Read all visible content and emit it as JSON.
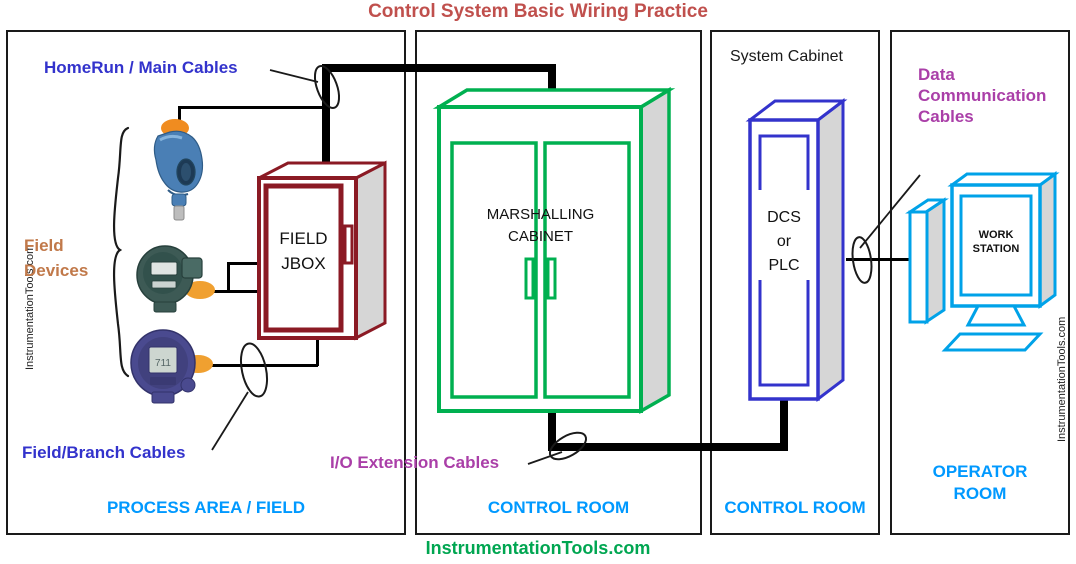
{
  "title": "Control System Basic Wiring Practice",
  "footer_link": "InstrumentationTools.com",
  "watermark": "InstrumentationTools.com",
  "colors": {
    "title": "#c0504d",
    "panel_label": "#0099ff",
    "cable_label_blue": "#3333cc",
    "cable_label_purple": "#aa3fa8",
    "field_devices_label": "#c1794a",
    "footer": "#00a651",
    "jbox": "#8b1a24",
    "marshalling_cabinet": "#00b050",
    "dcs_cabinet": "#3333cc",
    "workstation": "#00a2e8",
    "cable": "#000000"
  },
  "panels": [
    {
      "id": "process-area",
      "label": "PROCESS AREA / FIELD"
    },
    {
      "id": "control-room-marshalling",
      "label": "CONTROL ROOM"
    },
    {
      "id": "control-room-system",
      "label": "CONTROL ROOM"
    },
    {
      "id": "operator-room",
      "label": "OPERATOR\nROOM"
    }
  ],
  "panel_labels": {
    "process_area": "PROCESS AREA / FIELD",
    "control_room_1": "CONTROL ROOM",
    "control_room_2": "CONTROL ROOM",
    "operator_room_line1": "OPERATOR",
    "operator_room_line2": "ROOM"
  },
  "callouts": {
    "homerun": "HomeRun / Main Cables",
    "field_branch": "Field/Branch Cables",
    "io_extension": "I/O Extension Cables",
    "data_comm_line1": "Data",
    "data_comm_line2": "Communication",
    "data_comm_line3": "Cables",
    "field_devices_line1": "Field",
    "field_devices_line2": "Devices",
    "system_cabinet": "System Cabinet"
  },
  "equipment": {
    "field_jbox_line1": "FIELD",
    "field_jbox_line2": "JBOX",
    "marshalling_line1": "MARSHALLING",
    "marshalling_line2": "CABINET",
    "dcs_line1": "DCS",
    "dcs_line2": "or",
    "dcs_line3": "PLC",
    "workstation_line1": "WORK",
    "workstation_line2": "STATION"
  },
  "field_devices": [
    {
      "name": "pressure-transmitter",
      "color": "#4a7fb5"
    },
    {
      "name": "temperature-transmitter",
      "color": "#3d5a55"
    },
    {
      "name": "field-indicator",
      "color": "#4a4a8f"
    }
  ]
}
